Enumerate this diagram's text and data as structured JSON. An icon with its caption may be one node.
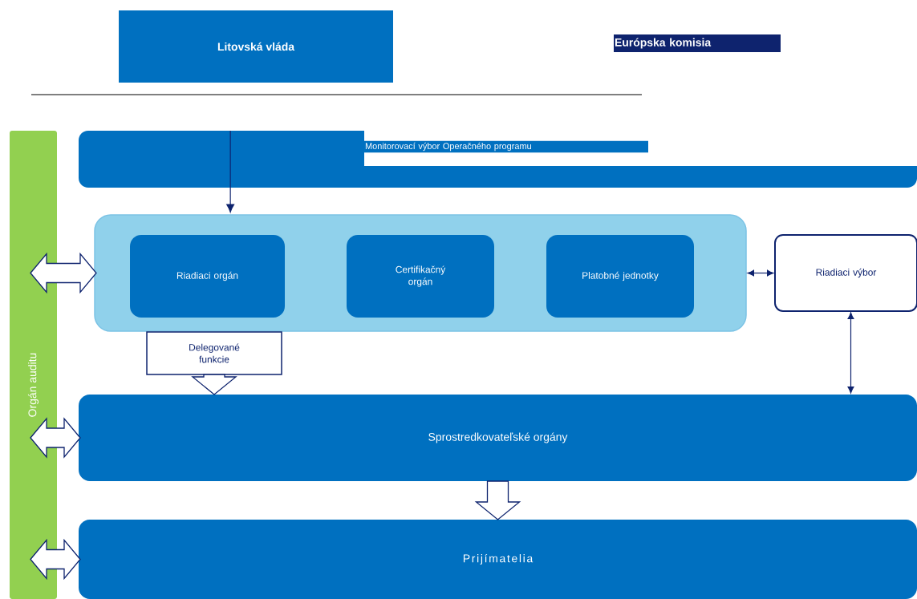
{
  "diagram": {
    "nodes": [
      {
        "text": [
          "Litovská vláda"
        ]
      },
      {
        "text": [
          "Európska komisia"
        ]
      },
      {
        "text": [
          "Monitorovací výbor Operačného programu"
        ]
      },
      {
        "text": [],
        "shape": "box"
      },
      {
        "text": [
          "Riadiaci orgán"
        ],
        "in": 3
      },
      {
        "text": [
          "Certifikačný orgán"
        ],
        "in": 3
      },
      {
        "text": [
          "Platobné jednotky"
        ],
        "in": 3
      },
      {
        "text": [
          "Riadiaci výbor"
        ]
      },
      {
        "text": [
          "Delegované funkcie"
        ]
      },
      {
        "text": [
          "Sprostredkovateľské orgány"
        ]
      },
      {
        "text": [
          "Prijímatelia"
        ]
      },
      {
        "text": [
          "Orgán auditu"
        ]
      }
    ],
    "edges": [
      {
        "from": 2,
        "to": 3,
        "arrow": "to"
      },
      {
        "from": 3,
        "to": 7,
        "arrow": "both"
      },
      {
        "from": 7,
        "to": 9,
        "arrow": "both"
      },
      {
        "from": 11,
        "to": 3,
        "arrow": "both",
        "style": "thick"
      },
      {
        "from": 11,
        "to": 9,
        "arrow": "both",
        "style": "thick"
      },
      {
        "from": 11,
        "to": 10,
        "arrow": "both",
        "style": "thick"
      },
      {
        "from": 8,
        "to": 9,
        "arrow": "to",
        "style": "thick"
      },
      {
        "from": 9,
        "to": 10,
        "arrow": "to",
        "style": "thick"
      }
    ]
  }
}
